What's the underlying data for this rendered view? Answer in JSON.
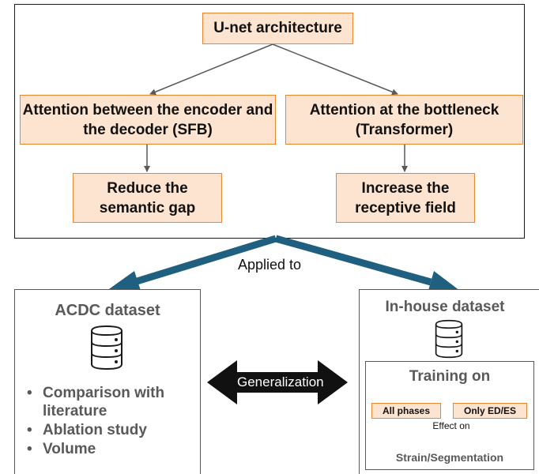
{
  "top": {
    "root": "U-net architecture",
    "left_branch": "Attention between the encoder and the decoder (SFB)",
    "right_branch": "Attention at the bottleneck (Transformer)",
    "left_result": "Reduce the semantic gap",
    "right_result": "Increase the receptive field"
  },
  "applied_label": "Applied to",
  "acdc": {
    "title": "ACDC dataset",
    "bullets": [
      "Comparison with literature",
      "Ablation study",
      "Volume"
    ]
  },
  "generalization_label": "Generalization",
  "inhouse": {
    "title": "In-house dataset",
    "training_title": "Training on",
    "option_all": "All phases",
    "option_eded": "Only ED/ES",
    "effect_label": "Effect on",
    "outcome": "Strain/Segmentation"
  },
  "colors": {
    "orange_fill": "#fde4d0",
    "orange_border": "#e9872e",
    "blue_arrow": "#1f5f80",
    "dark_arrow": "#111111",
    "gray_text": "#595959"
  },
  "icons": [
    "database-icon",
    "database-icon"
  ]
}
